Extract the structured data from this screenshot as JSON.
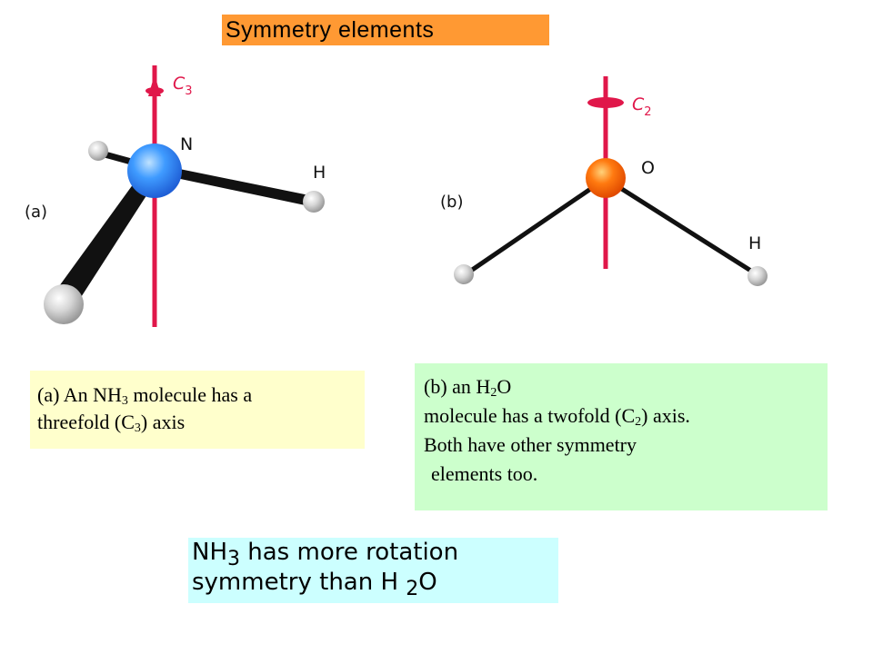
{
  "title": "Symmetry  elements",
  "figure_a": {
    "panel_label": "(a)",
    "axis_label": "C",
    "axis_sub": "3",
    "central_atom": "N",
    "outer_atom": "H"
  },
  "figure_b": {
    "panel_label": "(b)",
    "axis_label": "C",
    "axis_sub": "2",
    "central_atom": "O",
    "outer_atom": "H"
  },
  "caption_a": {
    "line1_pre": "(a) An NH",
    "line1_sub": "3",
    "line1_post": " molecule has a",
    "line2_pre": "threefold (C",
    "line2_sub": "3",
    "line2_post": ") axis"
  },
  "caption_b": {
    "line1_pre": "(b) an H",
    "line1_sub": "2",
    "line1_post": "O",
    "line2_pre": "molecule has a twofold (C",
    "line2_sub": "2",
    "line2_post": ") axis.",
    "line3": "Both have other symmetry",
    "line4": "elements too."
  },
  "summary": {
    "line1_pre": "NH",
    "line1_sub": "3",
    "line1_post": " has more rotation",
    "line2_pre": "symmetry than H ",
    "line2_sub": "2",
    "line2_post": "O"
  },
  "colors": {
    "title_bg": "#FF9933",
    "caption_a_bg": "#FFFFCC",
    "caption_b_bg": "#CCFFCC",
    "summary_bg": "#CCFFFF",
    "axis": "#E0174A",
    "nitrogen": "#2E8BFF",
    "oxygen": "#FF6A00",
    "hydrogen": "#C8C8C8"
  }
}
